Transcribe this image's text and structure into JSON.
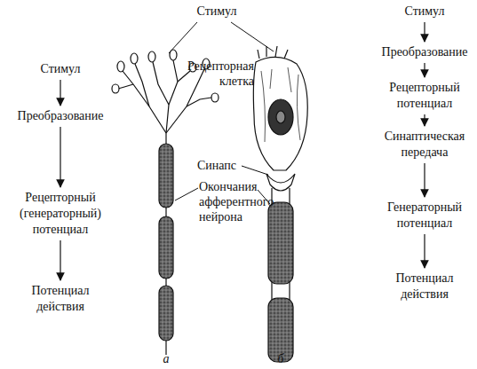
{
  "diagram": {
    "nodes": [
      {
        "text": [
          "Стимул"
        ]
      },
      {
        "text": [
          "Преобразование"
        ]
      },
      {
        "text": [
          "Рецепторный (генераторный) потенциал"
        ]
      },
      {
        "text": [
          "Потенциал действия"
        ]
      },
      {
        "text": [
          "Стимул"
        ]
      },
      {
        "text": [
          "Преобразование"
        ]
      },
      {
        "text": [
          "Рецепторный потенциал"
        ]
      },
      {
        "text": [
          "Синаптическая передача"
        ]
      },
      {
        "text": [
          "Генераторный потенциал"
        ]
      },
      {
        "text": [
          "Потенциал действия"
        ]
      }
    ],
    "edges": [
      {
        "from": 0,
        "to": 1,
        "arrow": "to"
      },
      {
        "from": 1,
        "to": 2,
        "arrow": "to"
      },
      {
        "from": 2,
        "to": 3,
        "arrow": "to"
      },
      {
        "from": 4,
        "to": 5,
        "arrow": "to"
      },
      {
        "from": 5,
        "to": 6,
        "arrow": "to"
      },
      {
        "from": 6,
        "to": 7,
        "arrow": "to"
      },
      {
        "from": 7,
        "to": 8,
        "arrow": "to"
      },
      {
        "from": 8,
        "to": 9,
        "arrow": "to"
      }
    ],
    "labels": [
      "Стимул",
      "Рецепторная клетка",
      "Синапс",
      "Окончания афферентного нейрона",
      "а",
      "б"
    ]
  }
}
